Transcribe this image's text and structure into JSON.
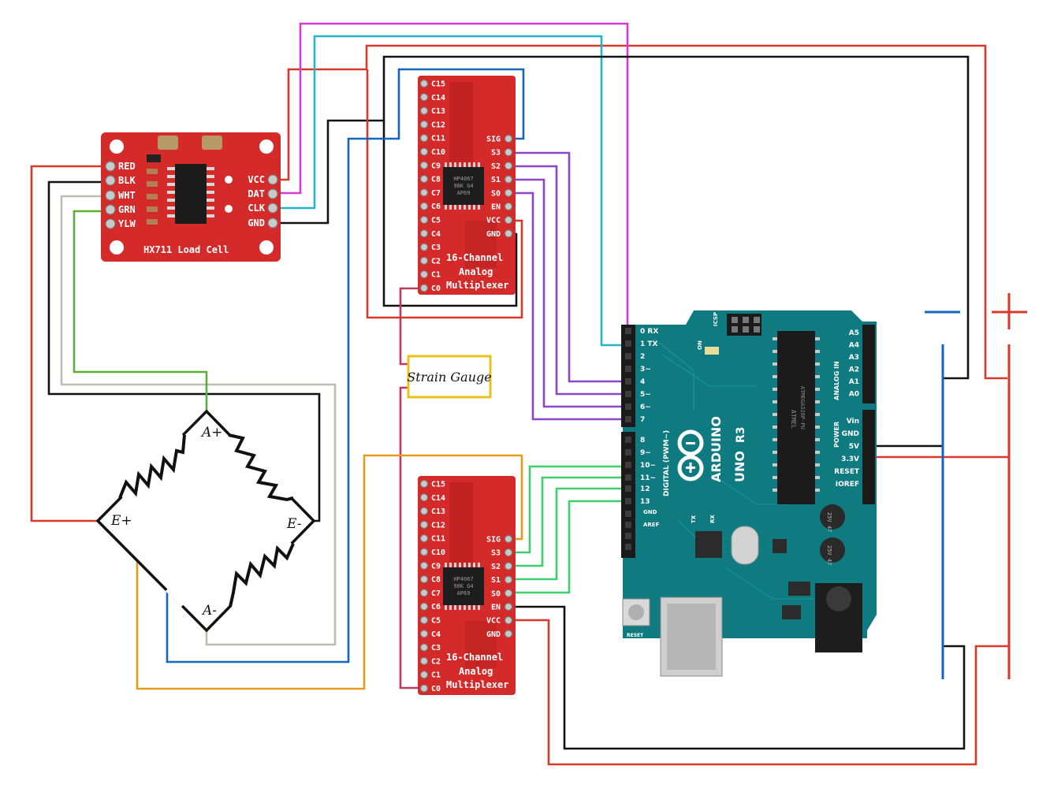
{
  "hx711": {
    "title": "HX711 Load Cell",
    "left_pins": [
      "RED",
      "BLK",
      "WHT",
      "GRN",
      "YLW"
    ],
    "right_pins": [
      "VCC",
      "DAT",
      "CLK",
      "GND"
    ]
  },
  "mux_top": {
    "left_pins": [
      "C15",
      "C14",
      "C13",
      "C12",
      "C11",
      "C10",
      "C9",
      "C8",
      "C7",
      "C6",
      "C5",
      "C4",
      "C3",
      "C2",
      "C1",
      "C0"
    ],
    "right_pins": [
      "SIG",
      "S3",
      "S2",
      "S1",
      "S0",
      "EN",
      "VCC",
      "GND"
    ],
    "label_line1": "16-Channel",
    "label_line2": "Analog",
    "label_line3": "Multiplexer",
    "chip_text": [
      "HP4067",
      "98K G4",
      "AP69"
    ]
  },
  "mux_bottom": {
    "left_pins": [
      "C15",
      "C14",
      "C13",
      "C12",
      "C11",
      "C10",
      "C9",
      "C8",
      "C7",
      "C6",
      "C5",
      "C4",
      "C3",
      "C2",
      "C1",
      "C0"
    ],
    "right_pins": [
      "SIG",
      "S3",
      "S2",
      "S1",
      "S0",
      "EN",
      "VCC",
      "GND"
    ],
    "label_line1": "16-Channel",
    "label_line2": "Analog",
    "label_line3": "Multiplexer",
    "chip_text": [
      "HP4067",
      "98K G4",
      "AP69"
    ]
  },
  "strain_gauge": {
    "label": "Strain Gauge"
  },
  "bridge": {
    "top": "A+",
    "left": "E+",
    "right": "E-",
    "bottom": "A-"
  },
  "arduino": {
    "brand": "ARDUINO",
    "model": "UNO",
    "rev": "R3",
    "digital_label": "DIGITAL (PWM~)",
    "pins_top": [
      "0 RX",
      "1 TX",
      "2",
      "3~",
      "4",
      "5~",
      "6~",
      "7"
    ],
    "pins_bottom": [
      "8",
      "9~",
      "10~",
      "11~",
      "12",
      "13"
    ],
    "gnd_label": "GND",
    "aref_label": "AREF",
    "power_label": "POWER",
    "analog_label": "ANALOG IN",
    "analog_pins": [
      "A5",
      "A4",
      "A3",
      "A2",
      "A1",
      "A0"
    ],
    "power_pins": [
      "Vin",
      "GND",
      "5V",
      "3.3V",
      "RESET",
      "IOREF"
    ],
    "icsp_label": "ICSP",
    "on_label": "ON",
    "tx_label": "TX",
    "rx_label": "RX",
    "reset_label": "RESET",
    "cap_text": "25V 47",
    "chip_text": [
      "ATMEL",
      "ATMEGA328P-PU"
    ]
  },
  "rails": {
    "minus": "−",
    "plus": "+"
  },
  "colors": {
    "red_wire": "#d8392b",
    "black_wire": "#111111",
    "blue_wire": "#1565c0",
    "cyan_wire": "#26b5c8",
    "magenta_wire": "#d63ad6",
    "green_wire": "#5fae3c",
    "light_green_wire": "#3ccf6a",
    "gray_wire": "#bdbdb4",
    "purple_wire": "#8e44c8",
    "orange_wire": "#e89a1c",
    "pink_wire": "#c0395a",
    "yellow_box": "#e8c21c",
    "pcb_red": "#d42a2a",
    "arduino_teal": "#0f7a7f"
  }
}
